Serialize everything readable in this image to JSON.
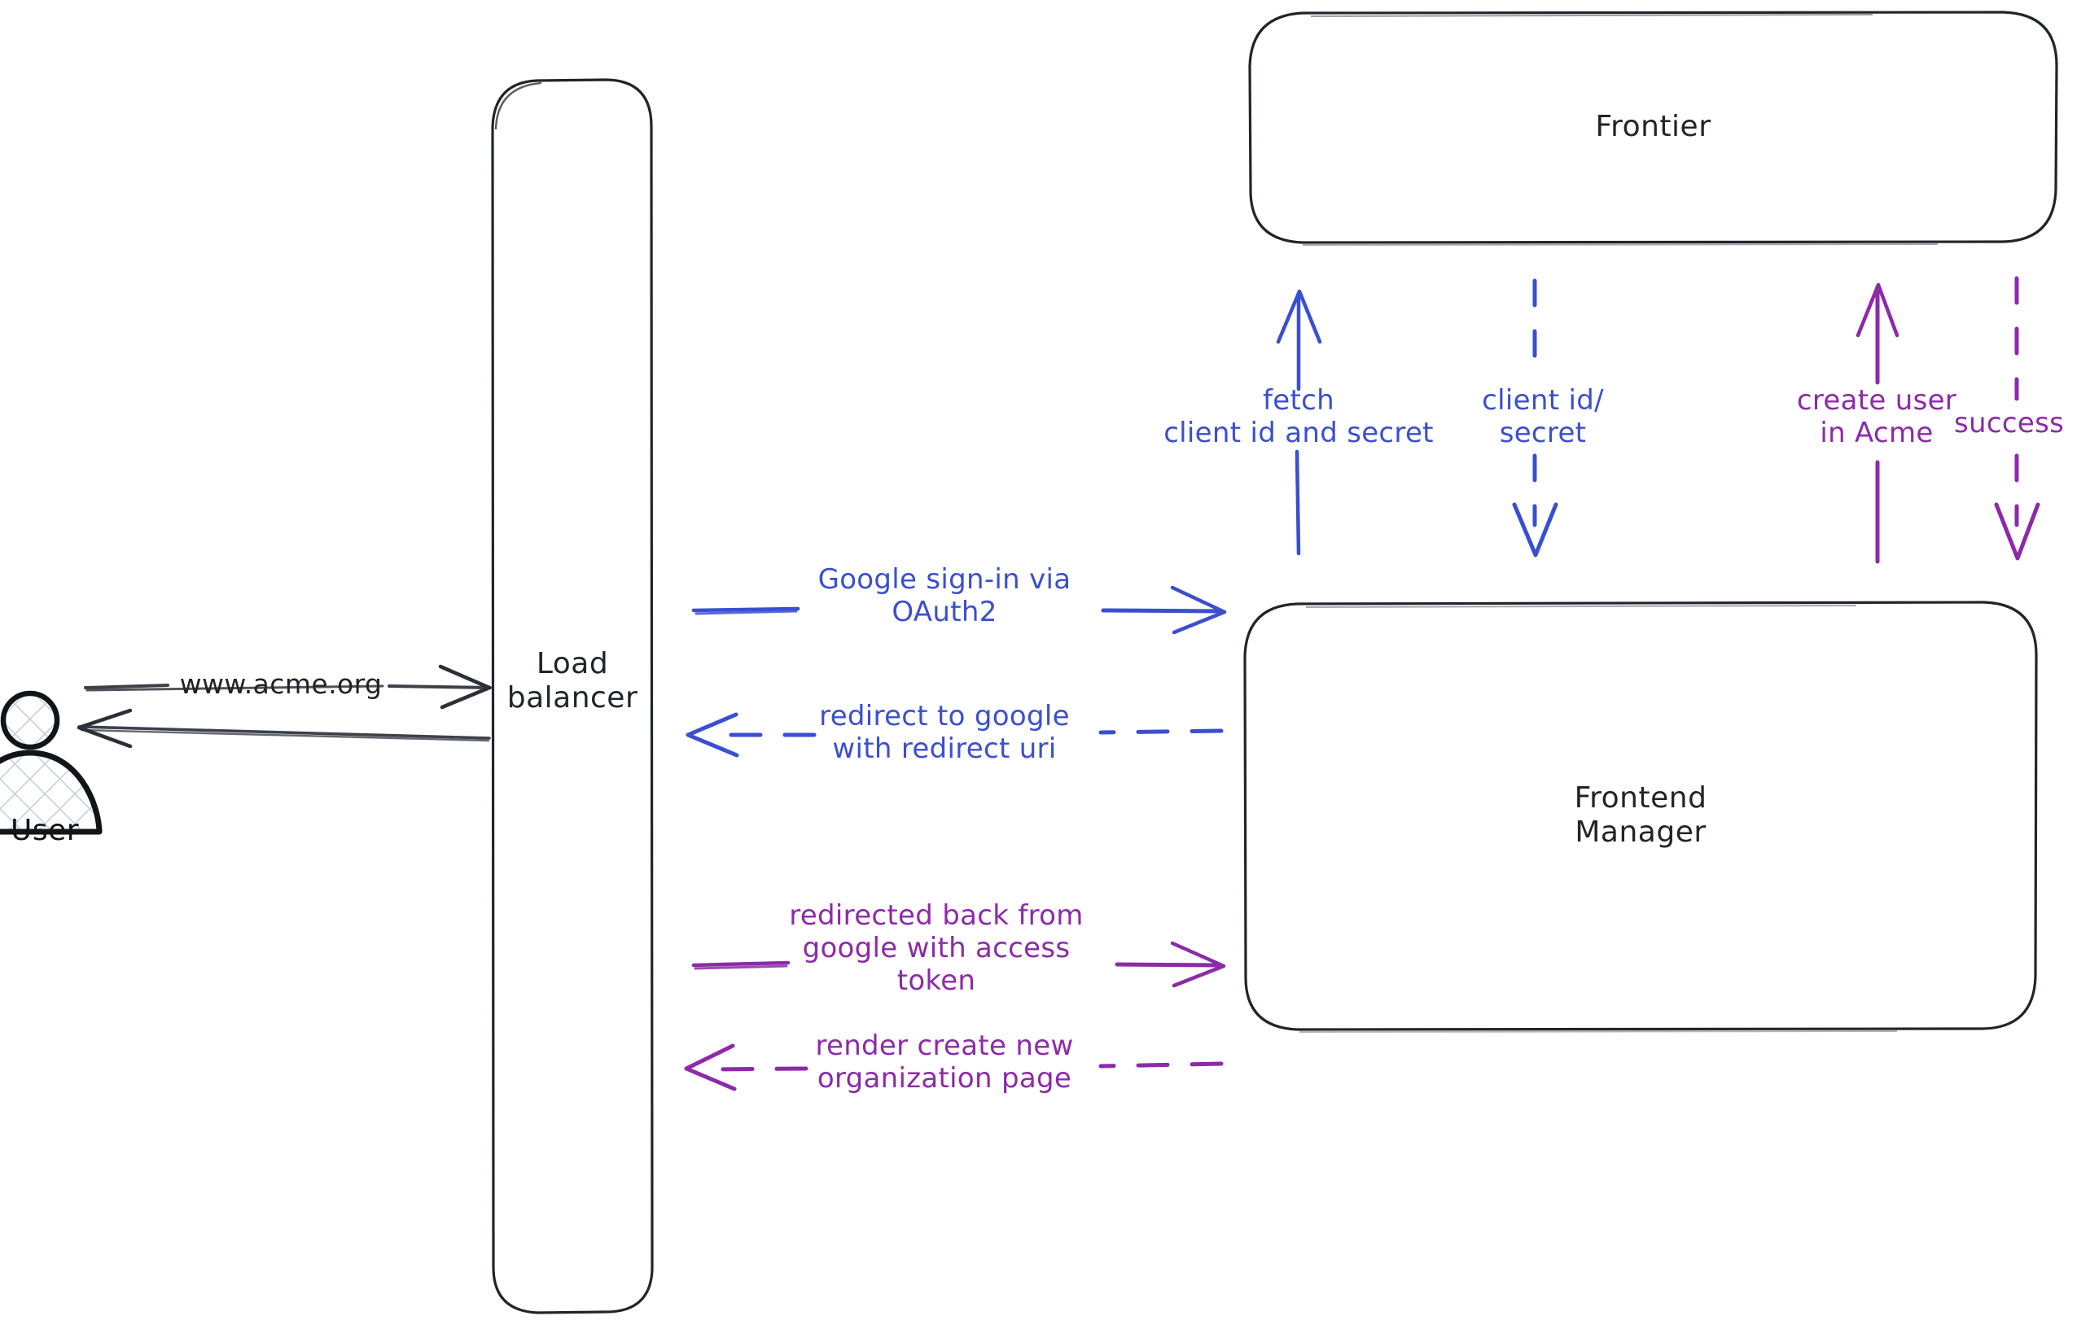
{
  "diagram": {
    "title": "Google OAuth2 sign-in sequence",
    "background": "#ffffff",
    "colors": {
      "stroke_dark": "#21252b",
      "blue": "#3a4fd0",
      "purple": "#8c2aa9",
      "actor_fill": "#ffffff",
      "actor_hatch": "#c5cdd8"
    }
  },
  "actors": [
    {
      "id": "user",
      "label": "User",
      "icon": "person-icon"
    }
  ],
  "nodes": [
    {
      "id": "load-balancer",
      "label": "Load\nbalancer"
    },
    {
      "id": "frontier",
      "label": "Frontier"
    },
    {
      "id": "frontend-manager",
      "label": "Frontend\nManager"
    }
  ],
  "edges": [
    {
      "id": "user-to-lb",
      "from": "user",
      "to": "load-balancer",
      "label": "www.acme.org",
      "color": "#2b2f36",
      "style": "solid",
      "direction": "right"
    },
    {
      "id": "lb-to-user",
      "from": "load-balancer",
      "to": "user",
      "label": "",
      "color": "#2b2f36",
      "style": "solid",
      "direction": "left"
    },
    {
      "id": "lb-to-fm-signin",
      "from": "load-balancer",
      "to": "frontend-manager",
      "label": "Google sign-in via\nOAuth2",
      "color": "#3a4fd0",
      "style": "solid",
      "direction": "right"
    },
    {
      "id": "fm-to-lb-redirect",
      "from": "frontend-manager",
      "to": "load-balancer",
      "label": "redirect to google\nwith redirect uri",
      "color": "#3a4fd0",
      "style": "dashed",
      "direction": "left"
    },
    {
      "id": "lb-to-fm-token",
      "from": "load-balancer",
      "to": "frontend-manager",
      "label": "redirected back from\ngoogle with access\ntoken",
      "color": "#8c2aa9",
      "style": "solid",
      "direction": "right"
    },
    {
      "id": "fm-to-lb-render",
      "from": "frontend-manager",
      "to": "load-balancer",
      "label": "render create new\norganization page",
      "color": "#8c2aa9",
      "style": "dashed",
      "direction": "left"
    },
    {
      "id": "fm-to-frontier-fetch",
      "from": "frontend-manager",
      "to": "frontier",
      "label": "fetch\nclient id and secret",
      "color": "#3a4fd0",
      "style": "solid",
      "direction": "up"
    },
    {
      "id": "frontier-to-fm-creds",
      "from": "frontier",
      "to": "frontend-manager",
      "label": "client id/\nsecret",
      "color": "#3a4fd0",
      "style": "dashed",
      "direction": "down"
    },
    {
      "id": "fm-to-frontier-create-user",
      "from": "frontend-manager",
      "to": "frontier",
      "label": "create user\nin Acme",
      "color": "#8c2aa9",
      "style": "solid",
      "direction": "up"
    },
    {
      "id": "frontier-to-fm-success",
      "from": "frontier",
      "to": "frontend-manager",
      "label": "success",
      "color": "#8c2aa9",
      "style": "dashed",
      "direction": "down"
    }
  ]
}
